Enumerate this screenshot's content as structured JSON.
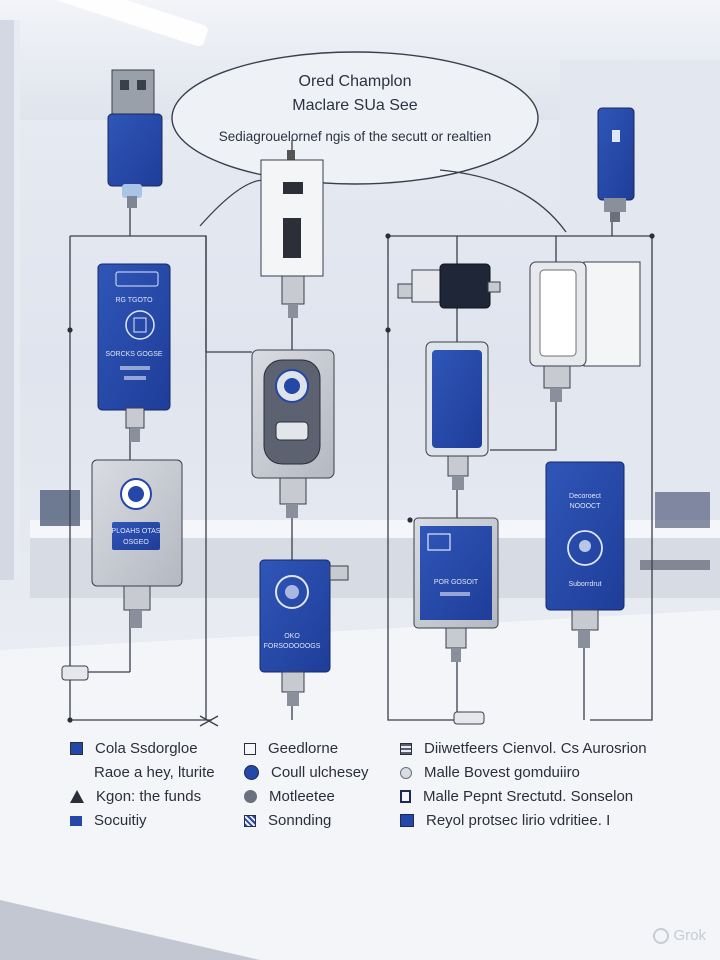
{
  "title": {
    "line1": "Ored Champlon",
    "line2": "Maclare SUa See",
    "line3": "Sediagrouelornef ngis of the secutt or realtien"
  },
  "devices": {
    "blue_tall_label1": "RG TGOTO",
    "blue_tall_label2": "SORCKS GOGSE",
    "grey_panel_label1": "PLOAHS OTAS",
    "grey_panel_label2": "OSGEO",
    "center_bottom_label1": "OKO",
    "center_bottom_label2": "FORSOOOOOGS",
    "mid_right_label": "POR GOSOIT",
    "right_tall_label1": "Decoroect",
    "right_tall_label2": "NOOOCT",
    "right_tall_label3": "Suborrdrut"
  },
  "legend": [
    {
      "icon": "square-blue-icon",
      "label": "Cola Ssdorgloe"
    },
    {
      "icon": "none",
      "label": "Raoe a hey, lturite"
    },
    {
      "icon": "triangle-outline-icon",
      "label": "Kgon: the funds"
    },
    {
      "icon": "square-solid-blue-icon",
      "label": "Socuitiy"
    },
    {
      "icon": "square-outline-icon",
      "label": "Geedlorne"
    },
    {
      "icon": "circle-blue-icon",
      "label": "Coull ulchesey"
    },
    {
      "icon": "circle-grey-icon",
      "label": "Motleetee"
    },
    {
      "icon": "square-hatched-icon",
      "label": "Sonnding"
    },
    {
      "icon": "square-grid-icon",
      "label": "Diiwetfeers Cienvol. Cs Aurosrion"
    },
    {
      "icon": "circle-outline-icon",
      "label": "Malle Bovest gomduiiro"
    },
    {
      "icon": "square-outline-dark-icon",
      "label": "Malle Pepnt Srectutd. Sonselon"
    },
    {
      "icon": "square-small-blue-icon",
      "label": "Reyol protsec lirio vdritiee. I"
    }
  ],
  "watermark": "Grok",
  "colors": {
    "blue": "#2447a8",
    "grey_device": "#c9ccd3",
    "line": "#3a3f4c"
  }
}
